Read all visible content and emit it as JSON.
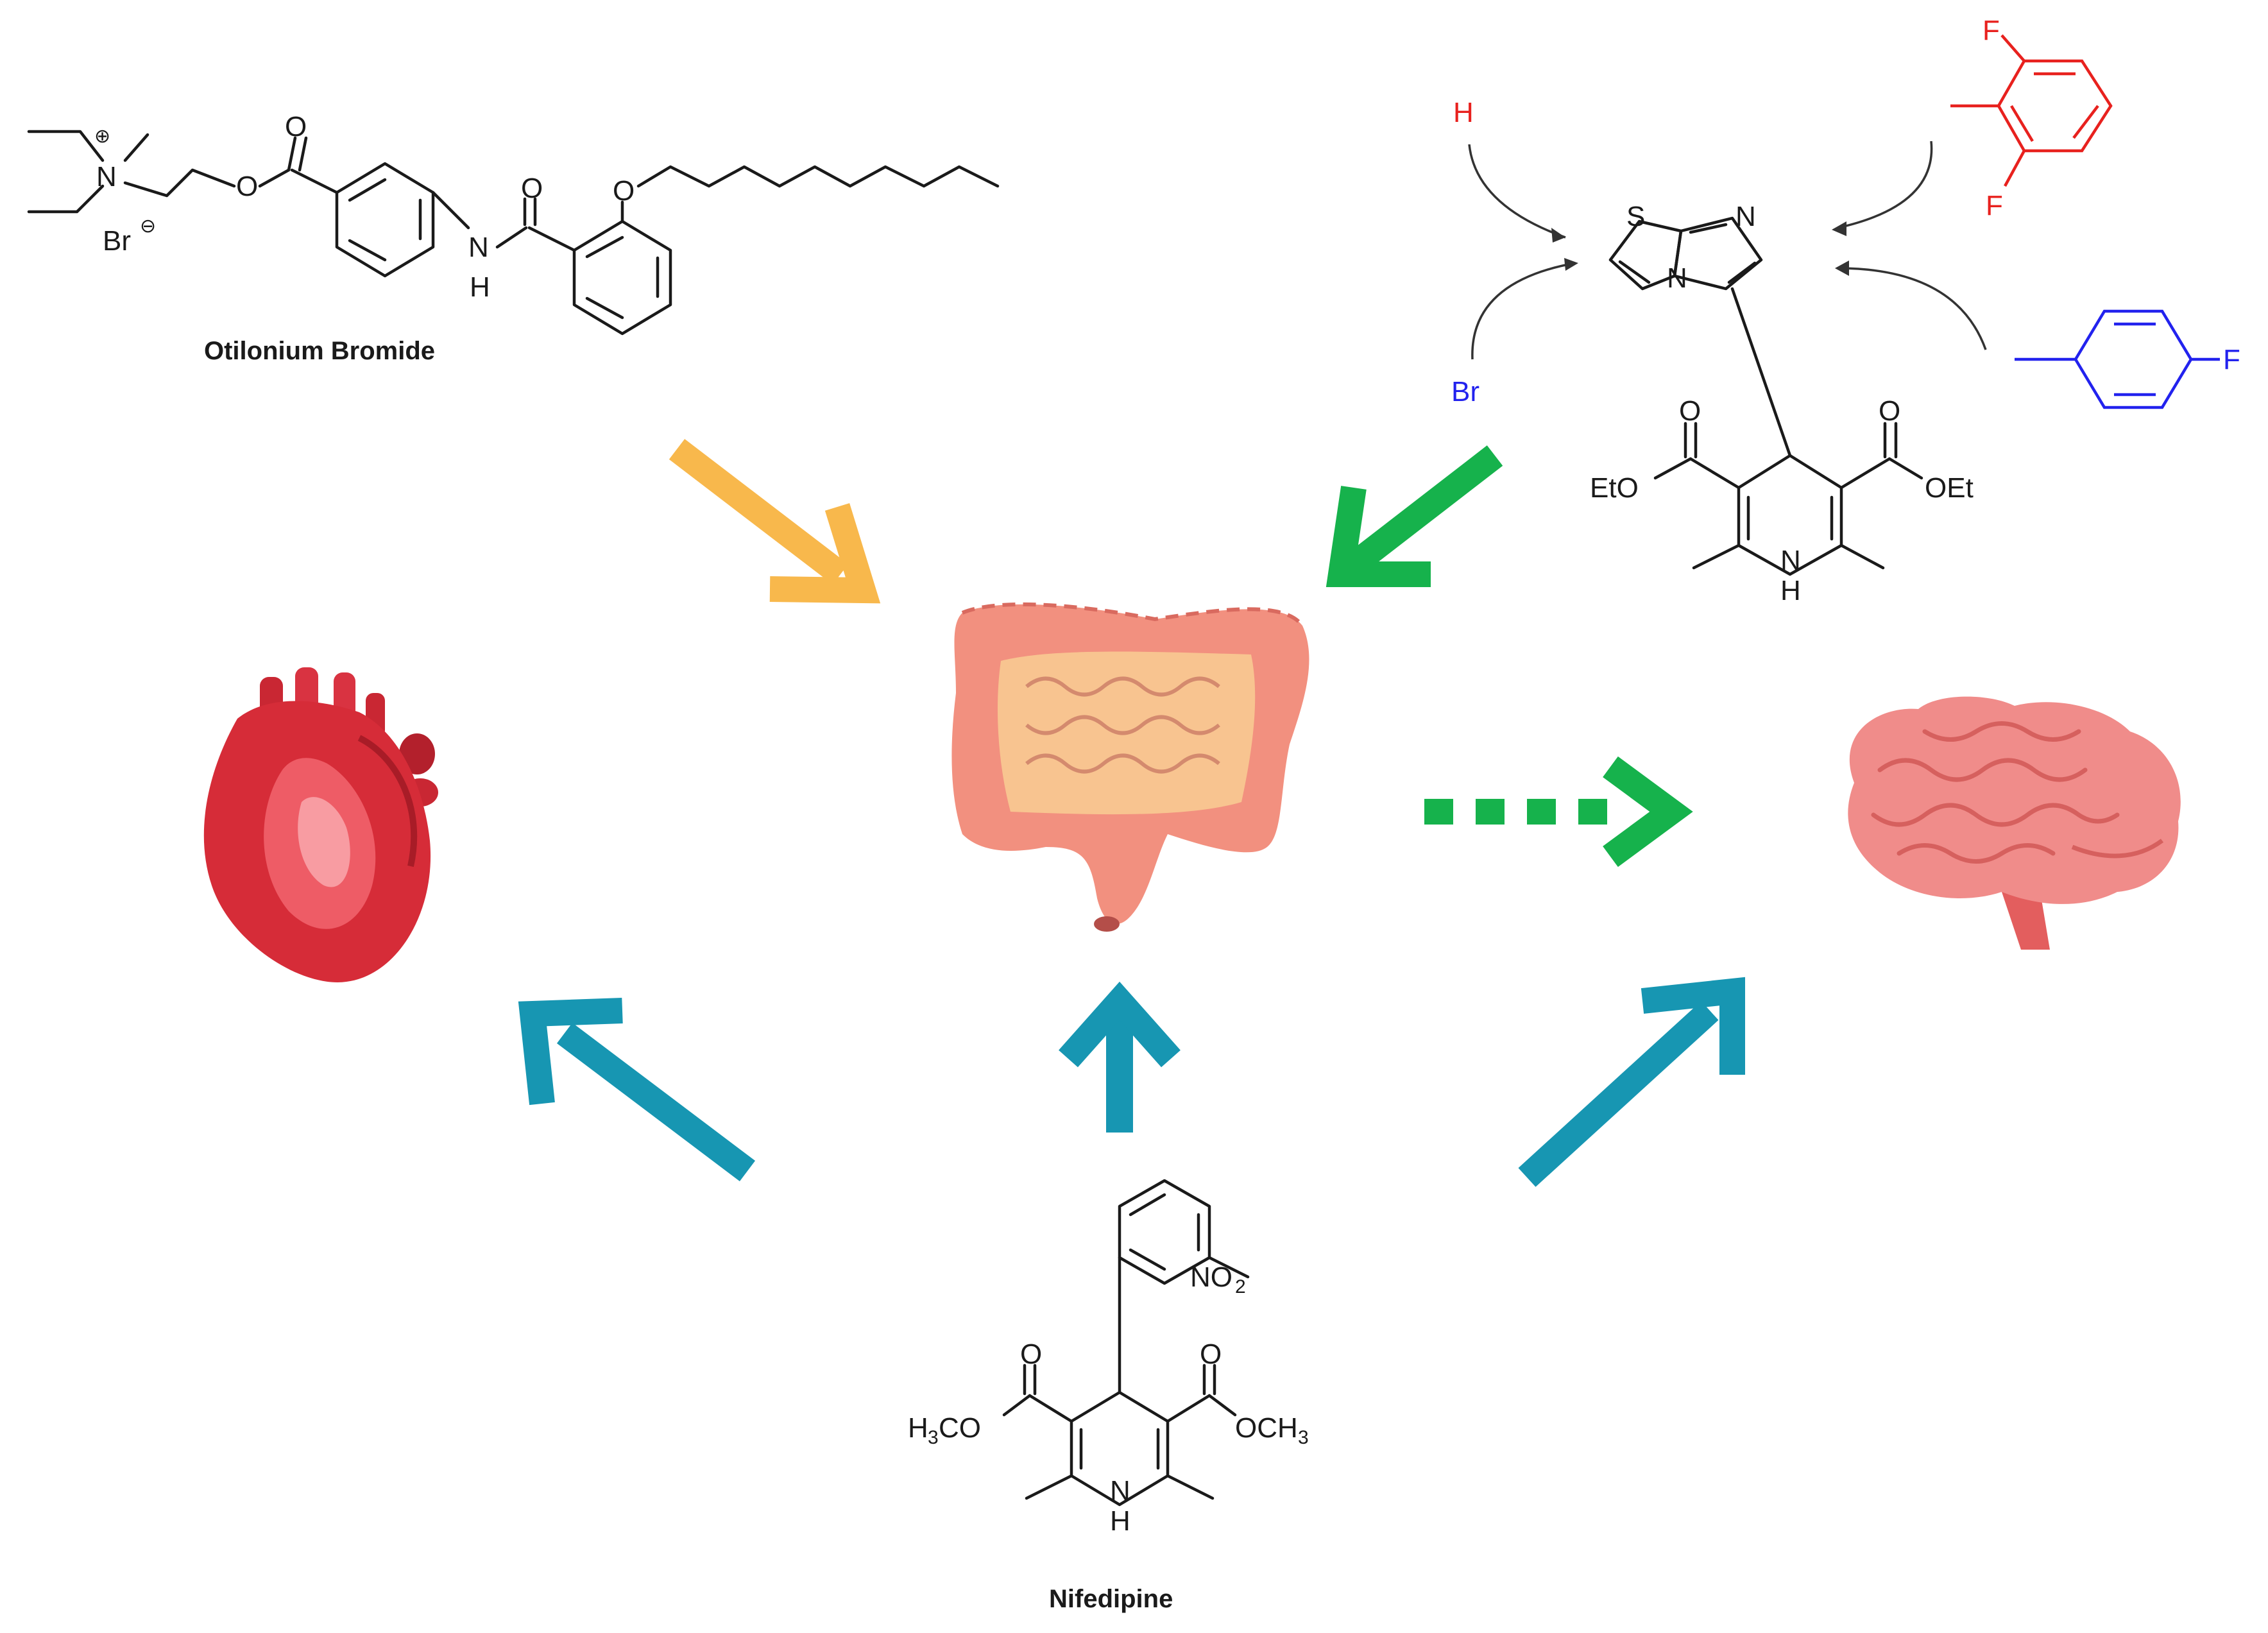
{
  "colors": {
    "orange_arrow": "#F8B84C",
    "green_arrow": "#16B24C",
    "teal_arrow": "#1796B2",
    "red_fragment": "#E8211E",
    "blue_fragment": "#2222EE",
    "heart": "#D62C38",
    "brain": "#F08C8A",
    "intestine_outer": "#F2907F",
    "intestine_inner": "#F8C490"
  },
  "otilonium": {
    "caption": "Otilonium Bromide",
    "atoms": {
      "n": "N",
      "plus": "⊕",
      "br": "Br",
      "minus": "⊖",
      "o_ester_carbonyl": "O",
      "o_ester": "O",
      "o_amide": "O",
      "nh_n": "N",
      "nh_h": "H",
      "o_ether": "O"
    }
  },
  "scaffold": {
    "atoms": {
      "h_sub": "H",
      "br_sub": "Br",
      "f_top": "F",
      "f_bottom": "F",
      "f_para": "F",
      "s": "S",
      "n_ring": "N",
      "n_bridge": "N",
      "o_left": "O",
      "o_right": "O",
      "eto": "EtO",
      "oet": "OEt",
      "nh_n": "N",
      "nh_h": "H"
    }
  },
  "nifedipine": {
    "caption": "Nifedipine",
    "atoms": {
      "no2": "NO",
      "no2_sub": "2",
      "o_left": "O",
      "o_right": "O",
      "h3co_h": "H",
      "h3co_3": "3",
      "h3co_co": "CO",
      "och3_och": "OCH",
      "och3_3": "3",
      "nh_n": "N",
      "nh_h": "H"
    }
  },
  "organs": [
    "heart-icon",
    "intestine-icon",
    "brain-icon"
  ]
}
